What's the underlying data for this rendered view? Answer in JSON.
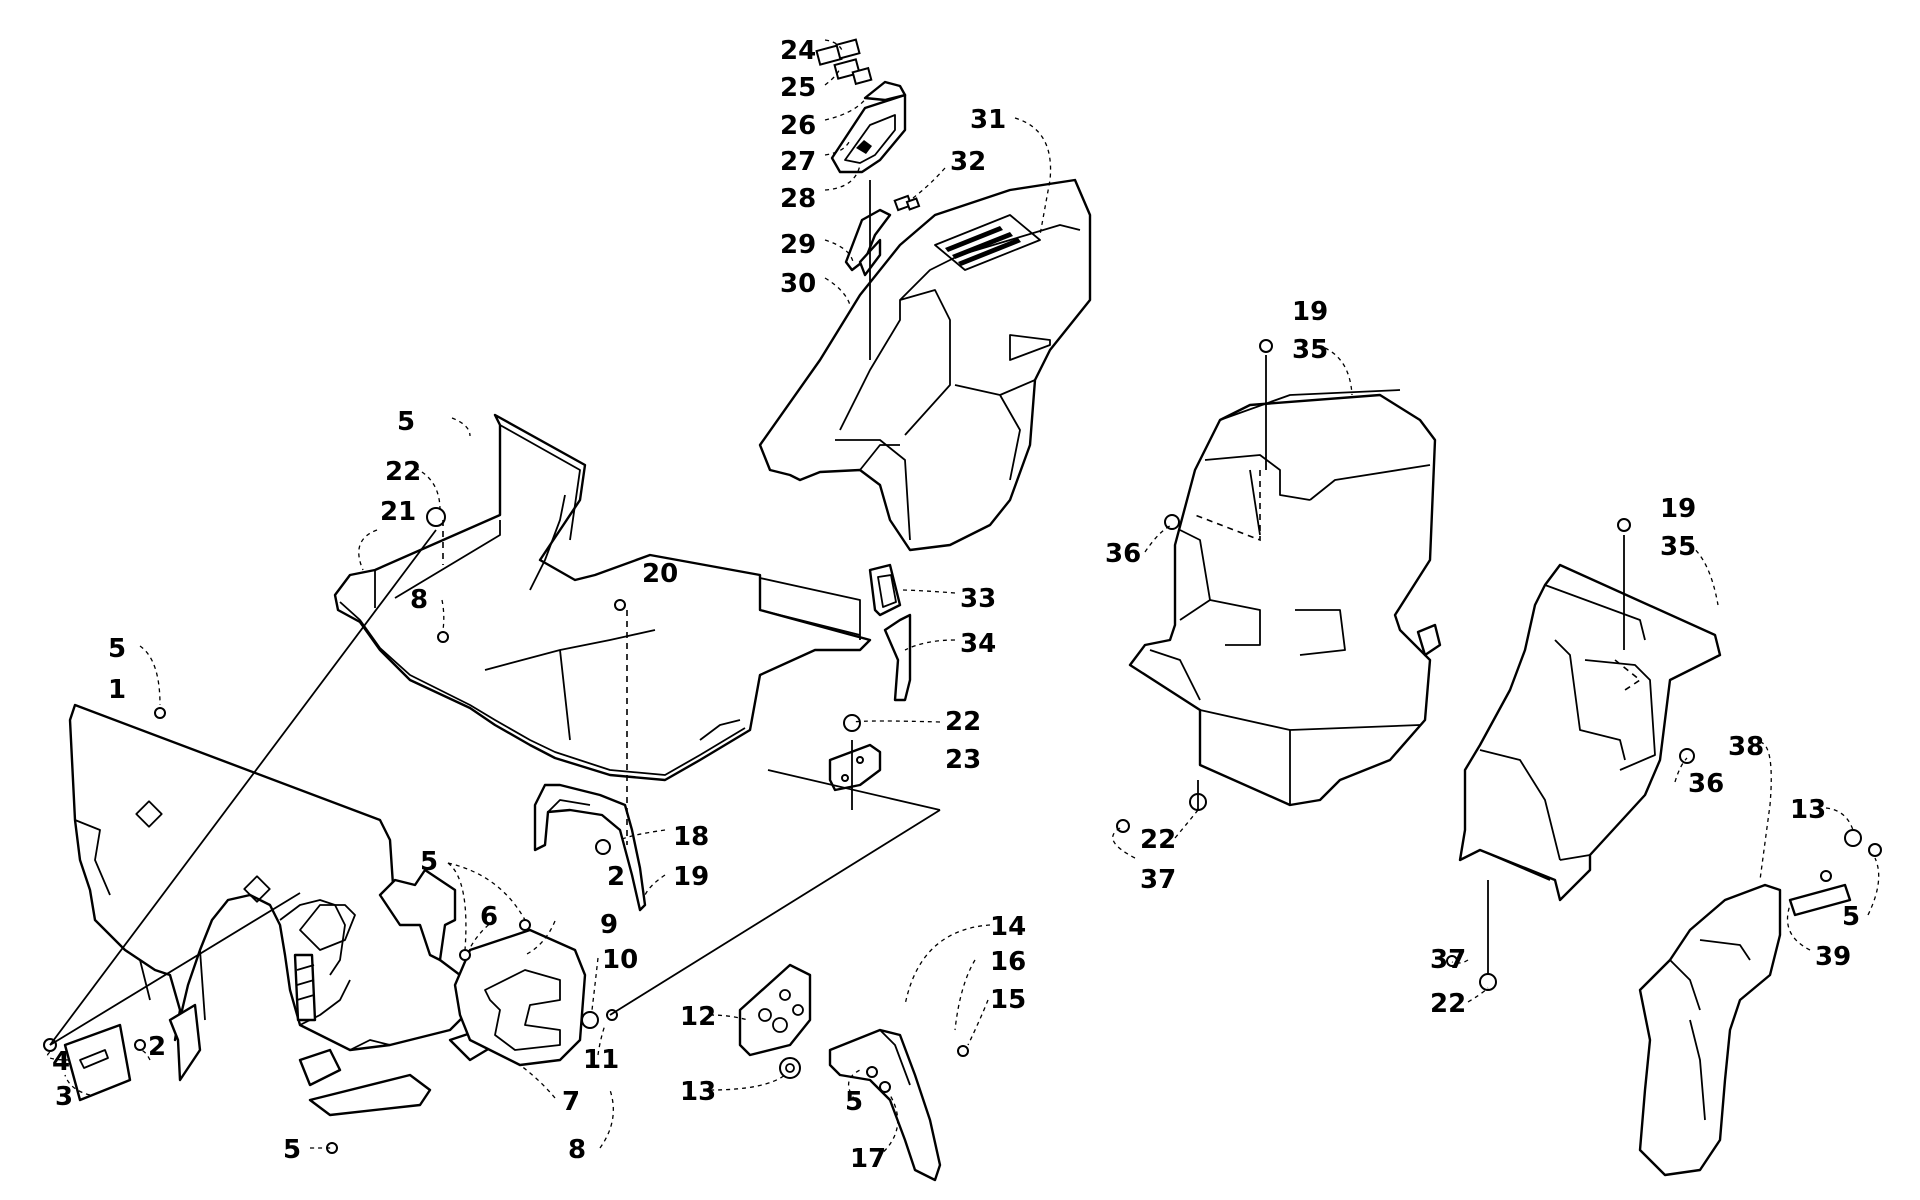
{
  "diagram": {
    "callouts": [
      {
        "id": "c24",
        "label": "24"
      },
      {
        "id": "c25",
        "label": "25"
      },
      {
        "id": "c26",
        "label": "26"
      },
      {
        "id": "c27",
        "label": "27"
      },
      {
        "id": "c28",
        "label": "28"
      },
      {
        "id": "c29",
        "label": "29"
      },
      {
        "id": "c30",
        "label": "30"
      },
      {
        "id": "c31",
        "label": "31"
      },
      {
        "id": "c32",
        "label": "32"
      },
      {
        "id": "c33",
        "label": "33"
      },
      {
        "id": "c34",
        "label": "34"
      },
      {
        "id": "c5a",
        "label": "5"
      },
      {
        "id": "c22a",
        "label": "22"
      },
      {
        "id": "c21",
        "label": "21"
      },
      {
        "id": "c8a",
        "label": "8"
      },
      {
        "id": "c20",
        "label": "20"
      },
      {
        "id": "c5b",
        "label": "5"
      },
      {
        "id": "c1",
        "label": "1"
      },
      {
        "id": "c22b",
        "label": "22"
      },
      {
        "id": "c23",
        "label": "23"
      },
      {
        "id": "c18",
        "label": "18"
      },
      {
        "id": "c2a",
        "label": "2"
      },
      {
        "id": "c19a",
        "label": "19"
      },
      {
        "id": "c5c",
        "label": "5"
      },
      {
        "id": "c6",
        "label": "6"
      },
      {
        "id": "c9",
        "label": "9"
      },
      {
        "id": "c10",
        "label": "10"
      },
      {
        "id": "c11",
        "label": "11"
      },
      {
        "id": "c4",
        "label": "4"
      },
      {
        "id": "c2b",
        "label": "2"
      },
      {
        "id": "c3",
        "label": "3"
      },
      {
        "id": "c7",
        "label": "7"
      },
      {
        "id": "c8b",
        "label": "8"
      },
      {
        "id": "c5d",
        "label": "5"
      },
      {
        "id": "c12",
        "label": "12"
      },
      {
        "id": "c13a",
        "label": "13"
      },
      {
        "id": "c14",
        "label": "14"
      },
      {
        "id": "c16",
        "label": "16"
      },
      {
        "id": "c15",
        "label": "15"
      },
      {
        "id": "c5e",
        "label": "5"
      },
      {
        "id": "c17",
        "label": "17"
      },
      {
        "id": "c19b",
        "label": "19"
      },
      {
        "id": "c35a",
        "label": "35"
      },
      {
        "id": "c36a",
        "label": "36"
      },
      {
        "id": "c22c",
        "label": "22"
      },
      {
        "id": "c37a",
        "label": "37"
      },
      {
        "id": "c19c",
        "label": "19"
      },
      {
        "id": "c35b",
        "label": "35"
      },
      {
        "id": "c38",
        "label": "38"
      },
      {
        "id": "c36b",
        "label": "36"
      },
      {
        "id": "c13b",
        "label": "13"
      },
      {
        "id": "c5f",
        "label": "5"
      },
      {
        "id": "c39",
        "label": "39"
      },
      {
        "id": "c37b",
        "label": "37"
      },
      {
        "id": "c22d",
        "label": "22"
      }
    ]
  }
}
